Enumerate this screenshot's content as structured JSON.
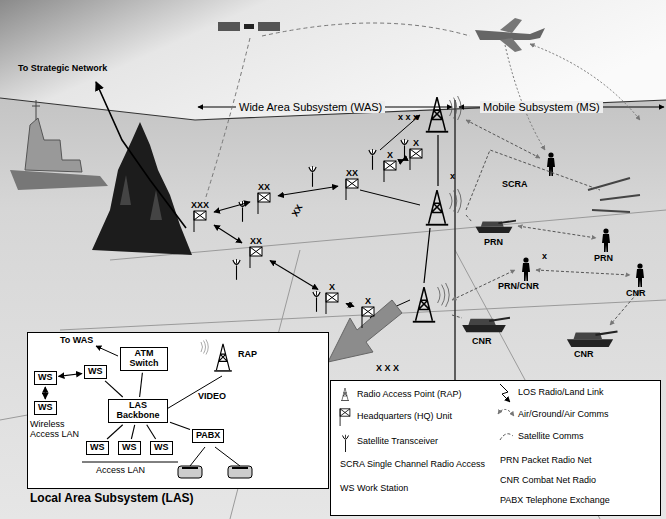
{
  "diagram": {
    "nodes": [
      {
        "text": [
          "XXX"
        ]
      },
      {
        "text": [
          "XX"
        ]
      },
      {
        "text": [
          "XX"
        ]
      },
      {
        "text": [
          "X"
        ]
      },
      {
        "text": [
          "X"
        ]
      },
      {
        "text": [
          "XX"
        ]
      },
      {
        "text": [
          "X"
        ]
      },
      {
        "text": [
          "X"
        ]
      },
      {
        "text": [
          "Local Area Subsystem (LAS)"
        ]
      },
      {
        "text": [
          "ATM Switch"
        ],
        "in": 8
      },
      {
        "text": [
          "LAS Backbone"
        ],
        "in": 8
      },
      {
        "text": [
          "PABX"
        ],
        "in": 8
      },
      {
        "text": [
          "WS"
        ],
        "in": 8
      },
      {
        "text": [
          "WS"
        ],
        "in": 8
      },
      {
        "text": [
          "WS"
        ],
        "in": 8
      },
      {
        "text": [
          "WS"
        ],
        "in": 8
      },
      {
        "text": [
          "WS"
        ],
        "in": 8
      },
      {
        "text": [
          "WS"
        ],
        "in": 8
      }
    ],
    "edges": [
      {
        "from": 0,
        "to": 1,
        "arrow": "both"
      },
      {
        "from": 1,
        "to": 2,
        "arrow": "both"
      },
      {
        "from": 0,
        "to": 5,
        "arrow": "both"
      },
      {
        "from": 5,
        "to": 6,
        "arrow": "both"
      },
      {
        "from": 6,
        "to": 7,
        "arrow": "both"
      },
      {
        "from": 3,
        "to": 4,
        "arrow": "both"
      },
      {
        "from": 9,
        "to": 10,
        "arrow": "none"
      },
      {
        "from": 10,
        "to": 11,
        "arrow": "none"
      },
      {
        "from": 10,
        "to": 13,
        "arrow": "none"
      },
      {
        "from": 12,
        "to": 13,
        "arrow": "both"
      },
      {
        "from": 12,
        "to": 14,
        "arrow": "both"
      },
      {
        "from": 10,
        "to": 15,
        "arrow": "none"
      },
      {
        "from": 10,
        "to": 16,
        "arrow": "none"
      },
      {
        "from": 10,
        "to": 17,
        "arrow": "none"
      }
    ],
    "labels": [
      "To Strategic Network",
      "Wide Area Subsystem (WAS)",
      "Mobile Subsystem (MS)",
      "x x x",
      "SCRA",
      "PRN",
      "PRN",
      "PRN/CNR",
      "CNR",
      "CNR",
      "CNR",
      "X X X",
      "x",
      "x",
      "To WAS",
      "RAP",
      "VIDEO",
      "Wireless Access LAN",
      "Access LAN",
      "XX"
    ],
    "legend": [
      {
        "text": "Radio Access Point (RAP)"
      },
      {
        "text": "Headquarters (HQ) Unit"
      },
      {
        "text": "Satellite Transceiver"
      },
      {
        "text": "SCRA Single Channel Radio Access"
      },
      {
        "text": "WS Work Station"
      },
      {
        "text": "LOS Radio/Land Link"
      },
      {
        "text": "Air/Ground/Air Comms"
      },
      {
        "text": "Satellite Comms"
      },
      {
        "text": "PRN Packet Radio Net"
      },
      {
        "text": "CNR Combat Net Radio"
      },
      {
        "text": "PABX Telephone Exchange"
      }
    ]
  }
}
